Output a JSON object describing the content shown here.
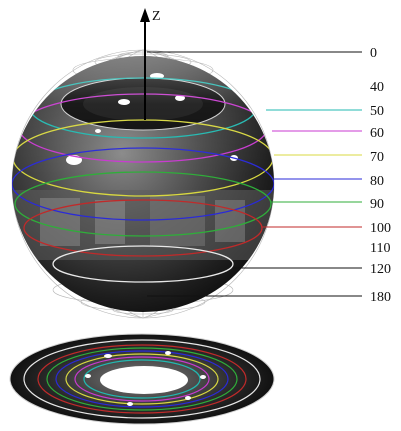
{
  "axis_label": "Z",
  "zenith_labels": [
    "0",
    "40",
    "50",
    "60",
    "70",
    "80",
    "90",
    "100",
    "110",
    "120",
    "180"
  ],
  "ring_colors": {
    "50": "#22b8b0",
    "60": "#c83ad0",
    "70": "#d8d840",
    "80": "#2a2ad8",
    "90": "#2fae3a",
    "100": "#c02a2a",
    "120": "#e8e8e8"
  }
}
